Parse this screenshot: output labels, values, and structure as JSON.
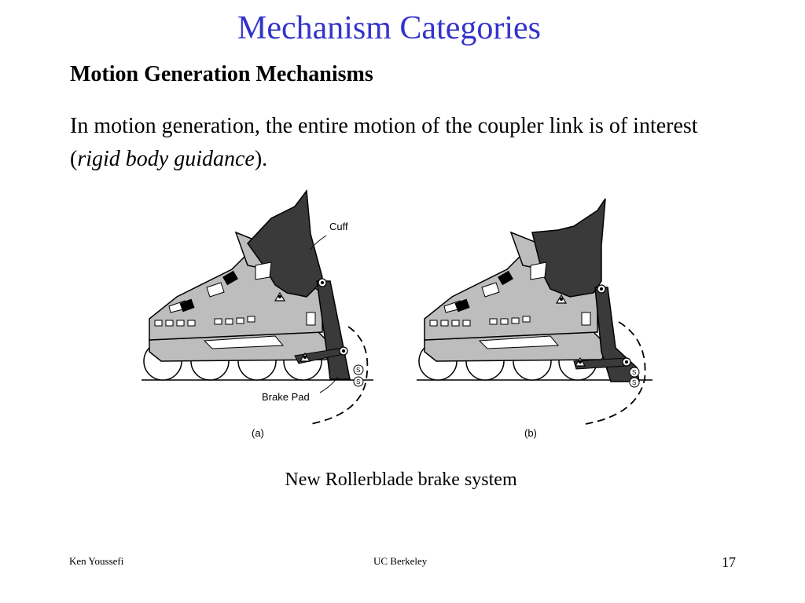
{
  "slide": {
    "title": "Mechanism Categories",
    "subtitle": "Motion Generation Mechanisms",
    "body_before": "In motion generation, the entire motion of the coupler link is of interest (",
    "body_italic": "rigid body guidance",
    "body_after": ").",
    "caption": "New Rollerblade brake system"
  },
  "figure": {
    "label_cuff": "Cuff",
    "label_brake_pad": "Brake Pad",
    "label_a": "(a)",
    "label_b": "(b)",
    "spring_mark": "S"
  },
  "footer": {
    "author": "Ken Youssefi",
    "institution": "UC Berkeley",
    "page": "17"
  },
  "colors": {
    "title": "#3333cc",
    "skate_body": "#bdbdbd",
    "cuff": "#3a3a3a"
  }
}
